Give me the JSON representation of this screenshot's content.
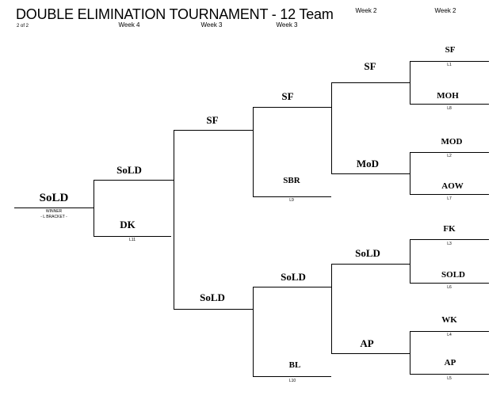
{
  "title": "DOUBLE ELIMINATION TOURNAMENT - 12 Team",
  "page_label": "2 of 2",
  "weeks": [
    "Week 4",
    "Week 3",
    "Week 3",
    "Week 2",
    "Week 2"
  ],
  "bracket": {
    "round1": [
      "SF",
      "MOH",
      "MOD",
      "AOW",
      "FK",
      "SOLD",
      "WK",
      "AP"
    ],
    "round1_codes": [
      "L1",
      "L8",
      "L2",
      "L7",
      "L3",
      "L6",
      "L4",
      "L5"
    ],
    "round2": [
      "SF",
      "MoD",
      "SoLD",
      "AP"
    ],
    "round3_winners": [
      "SF",
      "SoLD"
    ],
    "round3_entrants": [
      "SBR",
      "BL"
    ],
    "round3_codes": [
      "L9",
      "L10"
    ],
    "round4": [
      "SF",
      "SoLD"
    ],
    "round5_winner": "SoLD",
    "round5_entrant": "DK",
    "round5_code": "L11",
    "champion": "SoLD",
    "winner_label": "WINNER",
    "bracket_label": "- L BRACKET -"
  }
}
